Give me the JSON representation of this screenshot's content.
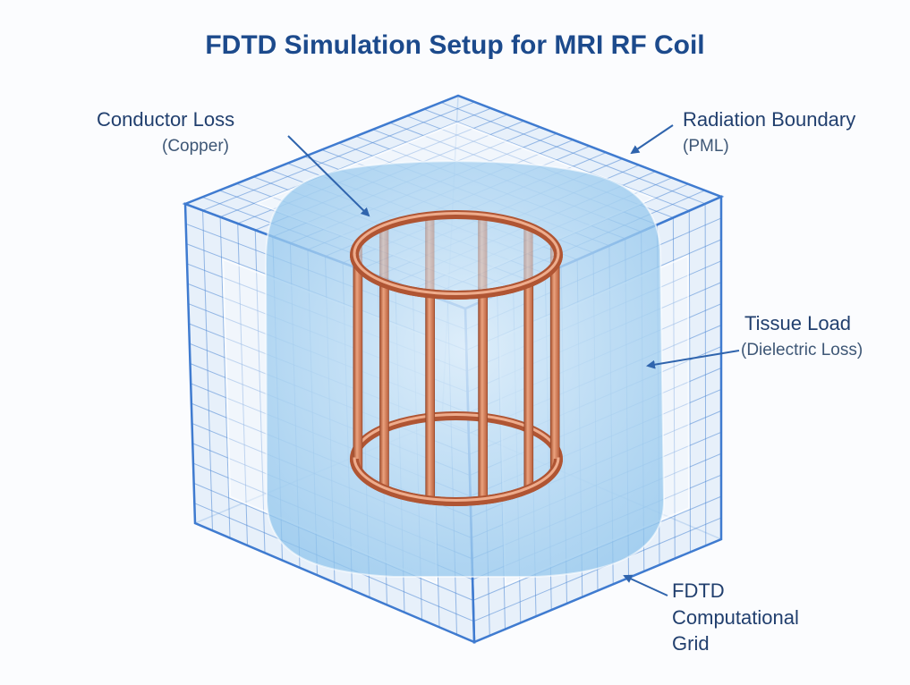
{
  "title": "FDTD Simulation Setup for MRI RF Coil",
  "labels": {
    "conductor": {
      "line1": "Conductor Loss",
      "line2": "(Copper)"
    },
    "radiation": {
      "line1": "Radiation Boundary",
      "line2": "(PML)"
    },
    "tissue": {
      "line1": "Tissue Load",
      "line2": "(Dielectric Loss)"
    },
    "grid": {
      "line1": "FDTD",
      "line2": "Computational",
      "line3": "Grid"
    }
  },
  "colors": {
    "title": "#1c4a8c",
    "label": "#213f6e",
    "sublabel": "#3e5776",
    "arrow": "#2f64ad",
    "grid": "#4c86d4",
    "copper": "#c46a45",
    "tissue": "#8ec4ec"
  }
}
